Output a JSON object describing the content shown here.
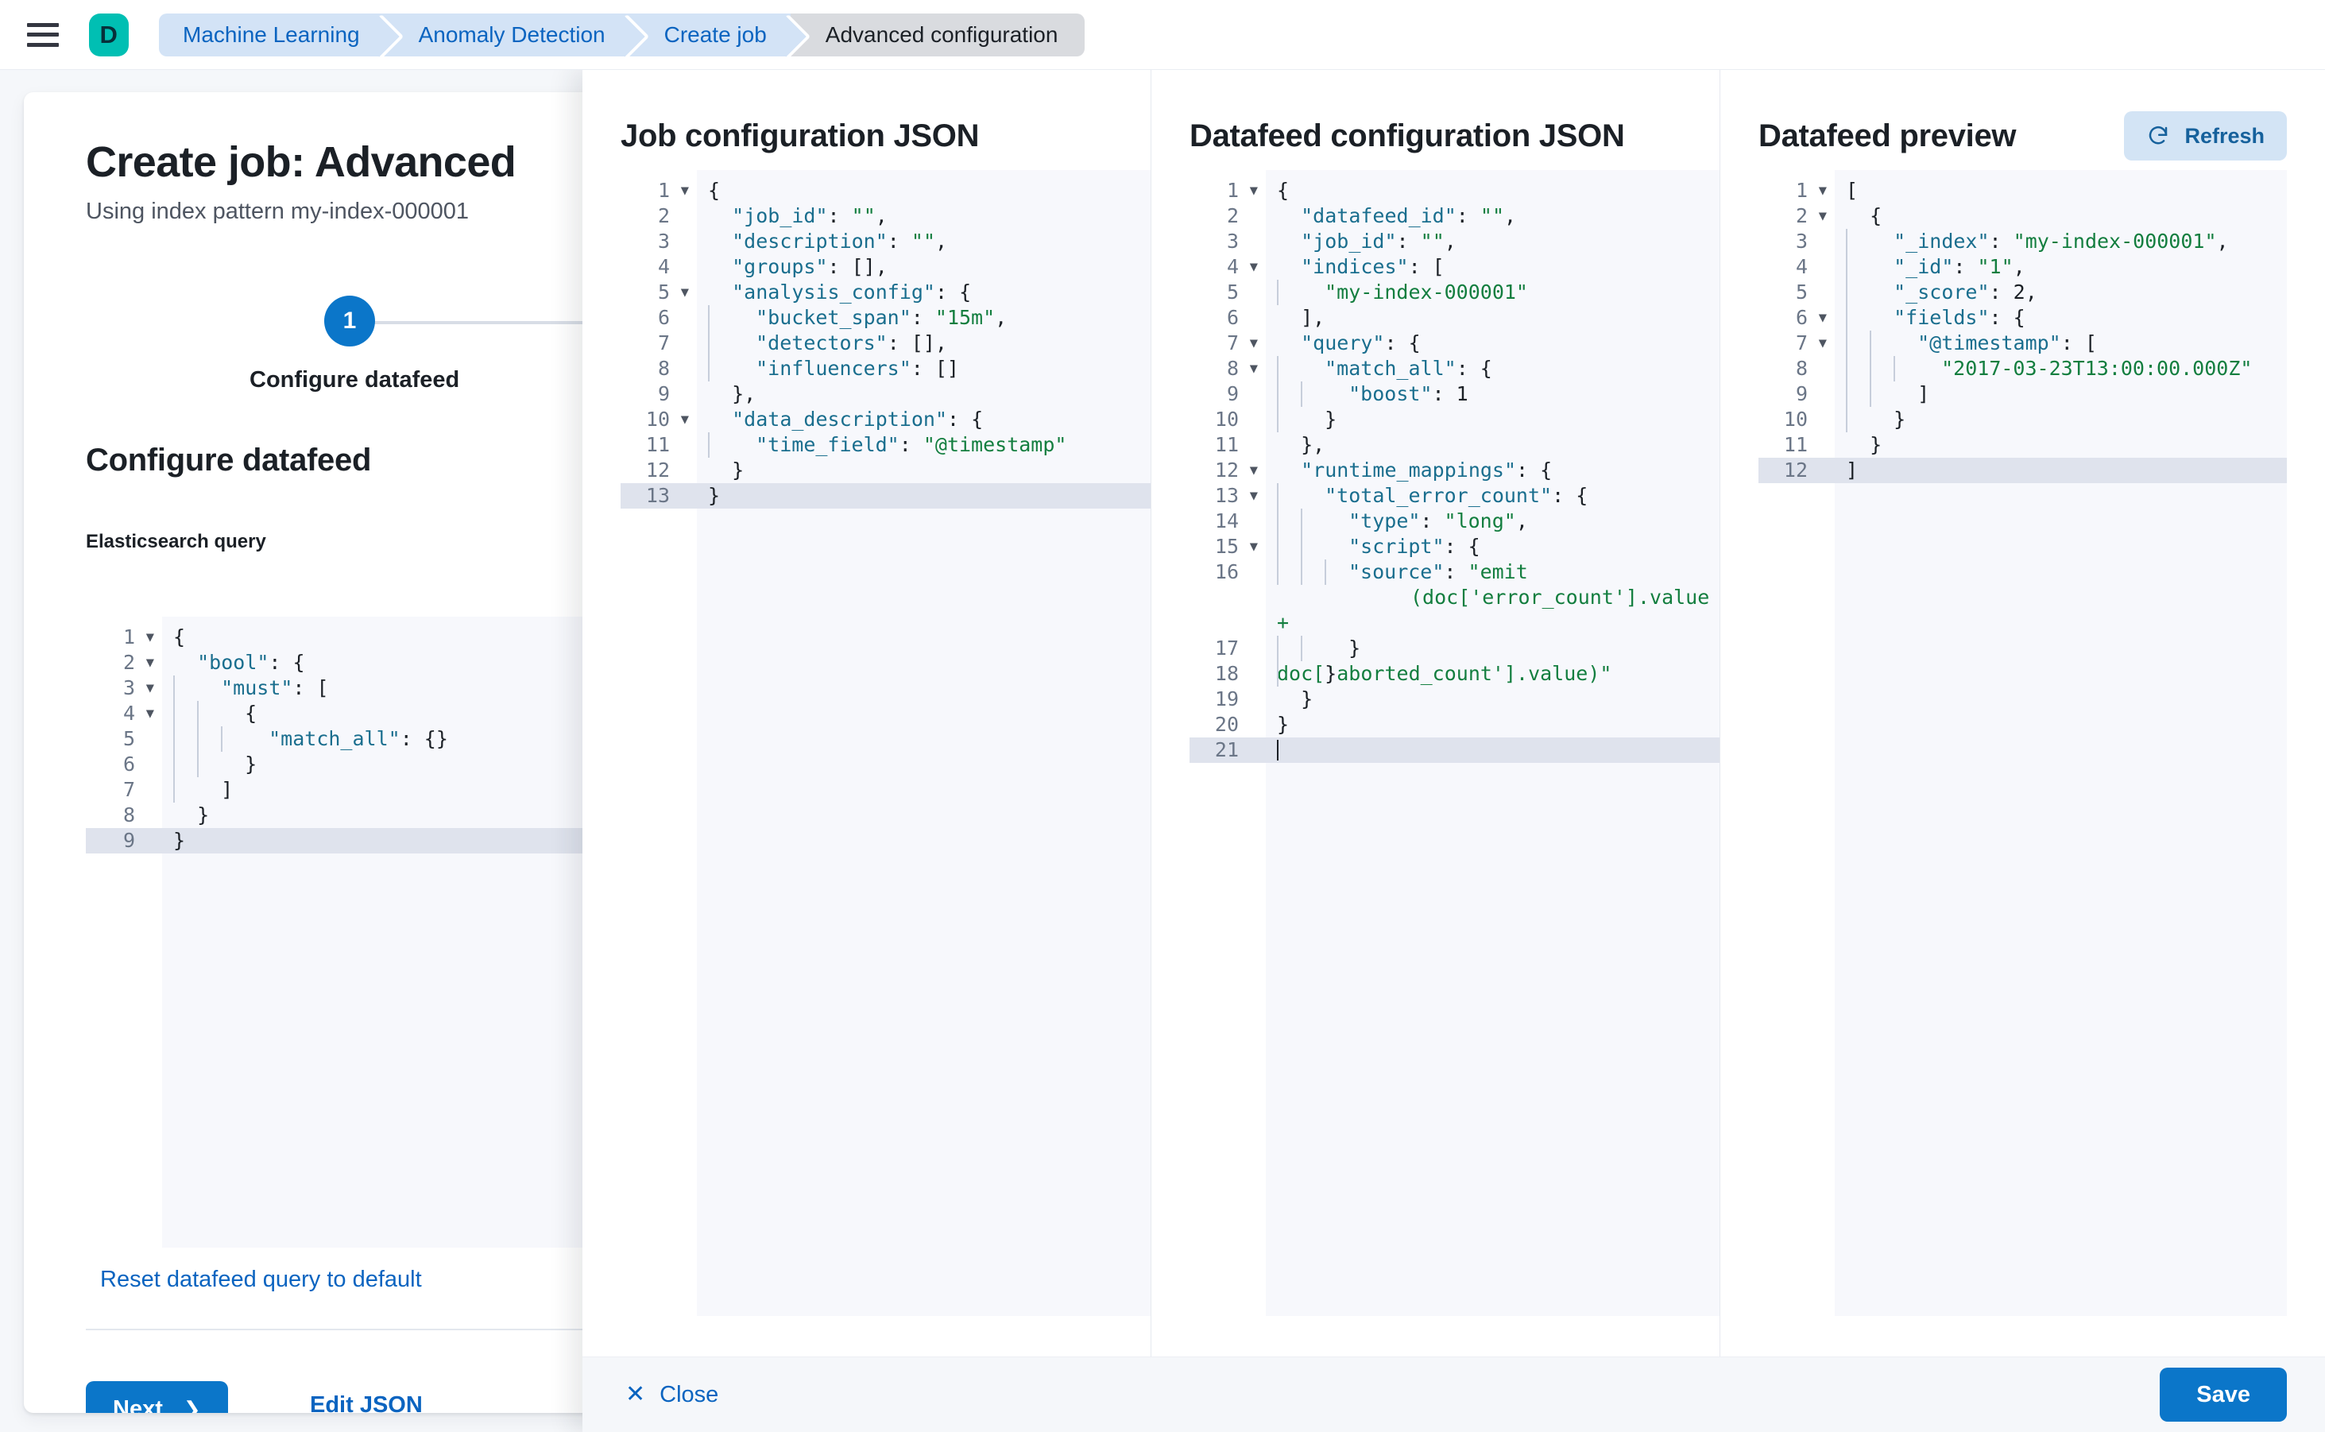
{
  "chrome": {
    "menu_icon": "hamburger-menu-icon",
    "logo_letter": "D",
    "breadcrumbs": [
      {
        "label": "Machine Learning",
        "active": false
      },
      {
        "label": "Anomaly Detection",
        "active": false
      },
      {
        "label": "Create job",
        "active": false
      },
      {
        "label": "Advanced configuration",
        "active": true
      }
    ]
  },
  "wizard": {
    "title": "Create job: Advanced",
    "subtitle": "Using index pattern my-index-000001",
    "step_number": "1",
    "step_label": "Configure datafeed",
    "section_title": "Configure datafeed",
    "query_field_label": "Elasticsearch query",
    "reset_link": "Reset datafeed query to default",
    "next_button": "Next",
    "next_chevron": "chevron-right-icon",
    "edit_json_link": "Edit JSON",
    "query_editor": {
      "lines": [
        {
          "n": "1",
          "fold": true,
          "indents": 0,
          "active": false,
          "text": "{"
        },
        {
          "n": "2",
          "fold": true,
          "indents": 0,
          "active": false,
          "text": "  \"bool\": {"
        },
        {
          "n": "3",
          "fold": true,
          "indents": 1,
          "active": false,
          "text": "  \"must\": ["
        },
        {
          "n": "4",
          "fold": true,
          "indents": 2,
          "active": false,
          "text": "  {"
        },
        {
          "n": "5",
          "fold": false,
          "indents": 3,
          "active": false,
          "text": "  \"match_all\": {}"
        },
        {
          "n": "6",
          "fold": false,
          "indents": 2,
          "active": false,
          "text": "  }"
        },
        {
          "n": "7",
          "fold": false,
          "indents": 1,
          "active": false,
          "text": "  ]"
        },
        {
          "n": "8",
          "fold": false,
          "indents": 0,
          "active": false,
          "text": "  }"
        },
        {
          "n": "9",
          "fold": false,
          "indents": 0,
          "active": true,
          "text": "}"
        }
      ]
    }
  },
  "flyout": {
    "columns": [
      {
        "title": "Job configuration JSON",
        "has_refresh": false
      },
      {
        "title": "Datafeed configuration JSON",
        "has_refresh": false
      },
      {
        "title": "Datafeed preview",
        "has_refresh": true
      }
    ],
    "refresh_button": "Refresh",
    "refresh_icon": "refresh-icon",
    "close_button": "Close",
    "close_icon": "close-x-icon",
    "save_button": "Save",
    "job_config_editor": {
      "lines": [
        {
          "n": "1",
          "fold": true,
          "indents": 0,
          "active": false,
          "text": "{"
        },
        {
          "n": "2",
          "fold": false,
          "indents": 0,
          "active": false,
          "text": "  \"job_id\": \"\","
        },
        {
          "n": "3",
          "fold": false,
          "indents": 0,
          "active": false,
          "text": "  \"description\": \"\","
        },
        {
          "n": "4",
          "fold": false,
          "indents": 0,
          "active": false,
          "text": "  \"groups\": [],"
        },
        {
          "n": "5",
          "fold": true,
          "indents": 0,
          "active": false,
          "text": "  \"analysis_config\": {"
        },
        {
          "n": "6",
          "fold": false,
          "indents": 1,
          "active": false,
          "text": "  \"bucket_span\": \"15m\","
        },
        {
          "n": "7",
          "fold": false,
          "indents": 1,
          "active": false,
          "text": "  \"detectors\": [],"
        },
        {
          "n": "8",
          "fold": false,
          "indents": 1,
          "active": false,
          "text": "  \"influencers\": []"
        },
        {
          "n": "9",
          "fold": false,
          "indents": 0,
          "active": false,
          "text": "  },"
        },
        {
          "n": "10",
          "fold": true,
          "indents": 0,
          "active": false,
          "text": "  \"data_description\": {"
        },
        {
          "n": "11",
          "fold": false,
          "indents": 1,
          "active": false,
          "text": "  \"time_field\": \"@timestamp\""
        },
        {
          "n": "12",
          "fold": false,
          "indents": 0,
          "active": false,
          "text": "  }"
        },
        {
          "n": "13",
          "fold": false,
          "indents": 0,
          "active": true,
          "text": "}"
        }
      ]
    },
    "datafeed_config_editor": {
      "lines": [
        {
          "n": "1",
          "fold": true,
          "indents": 0,
          "active": false,
          "text": "{"
        },
        {
          "n": "2",
          "fold": false,
          "indents": 0,
          "active": false,
          "text": "  \"datafeed_id\": \"\","
        },
        {
          "n": "3",
          "fold": false,
          "indents": 0,
          "active": false,
          "text": "  \"job_id\": \"\","
        },
        {
          "n": "4",
          "fold": true,
          "indents": 0,
          "active": false,
          "text": "  \"indices\": ["
        },
        {
          "n": "5",
          "fold": false,
          "indents": 1,
          "active": false,
          "text": "  \"my-index-000001\""
        },
        {
          "n": "6",
          "fold": false,
          "indents": 0,
          "active": false,
          "text": "  ],"
        },
        {
          "n": "7",
          "fold": true,
          "indents": 0,
          "active": false,
          "text": "  \"query\": {"
        },
        {
          "n": "8",
          "fold": true,
          "indents": 1,
          "active": false,
          "text": "  \"match_all\": {"
        },
        {
          "n": "9",
          "fold": false,
          "indents": 2,
          "active": false,
          "text": "  \"boost\": 1"
        },
        {
          "n": "10",
          "fold": false,
          "indents": 1,
          "active": false,
          "text": "  }"
        },
        {
          "n": "11",
          "fold": false,
          "indents": 0,
          "active": false,
          "text": "  },"
        },
        {
          "n": "12",
          "fold": true,
          "indents": 0,
          "active": false,
          "text": "  \"runtime_mappings\": {"
        },
        {
          "n": "13",
          "fold": true,
          "indents": 1,
          "active": false,
          "text": "  \"total_error_count\": {"
        },
        {
          "n": "14",
          "fold": false,
          "indents": 2,
          "active": false,
          "text": "  \"type\": \"long\","
        },
        {
          "n": "15",
          "fold": true,
          "indents": 2,
          "active": false,
          "text": "  \"script\": {"
        },
        {
          "n": "16",
          "fold": false,
          "indents": 3,
          "active": false,
          "text": "  \"source\": \"emit(doc['error_count'].value + doc['aborted_count'].value)\"",
          "wrapped": true
        },
        {
          "n": "17",
          "fold": false,
          "indents": 2,
          "active": false,
          "text": "  }"
        },
        {
          "n": "18",
          "fold": false,
          "indents": 1,
          "active": false,
          "text": "  }"
        },
        {
          "n": "19",
          "fold": false,
          "indents": 0,
          "active": false,
          "text": "  }"
        },
        {
          "n": "20",
          "fold": false,
          "indents": 0,
          "active": false,
          "text": "}"
        },
        {
          "n": "21",
          "fold": false,
          "indents": 0,
          "active": true,
          "text": "",
          "caret": true
        }
      ]
    },
    "datafeed_preview_editor": {
      "lines": [
        {
          "n": "1",
          "fold": true,
          "indents": 0,
          "active": false,
          "text": "["
        },
        {
          "n": "2",
          "fold": true,
          "indents": 0,
          "active": false,
          "text": "  {"
        },
        {
          "n": "3",
          "fold": false,
          "indents": 1,
          "active": false,
          "text": "  \"_index\": \"my-index-000001\","
        },
        {
          "n": "4",
          "fold": false,
          "indents": 1,
          "active": false,
          "text": "  \"_id\": \"1\","
        },
        {
          "n": "5",
          "fold": false,
          "indents": 1,
          "active": false,
          "text": "  \"_score\": 2,"
        },
        {
          "n": "6",
          "fold": true,
          "indents": 1,
          "active": false,
          "text": "  \"fields\": {"
        },
        {
          "n": "7",
          "fold": true,
          "indents": 2,
          "active": false,
          "text": "  \"@timestamp\": ["
        },
        {
          "n": "8",
          "fold": false,
          "indents": 3,
          "active": false,
          "text": "  \"2017-03-23T13:00:00.000Z\""
        },
        {
          "n": "9",
          "fold": false,
          "indents": 2,
          "active": false,
          "text": "  ]"
        },
        {
          "n": "10",
          "fold": false,
          "indents": 1,
          "active": false,
          "text": "  }"
        },
        {
          "n": "11",
          "fold": false,
          "indents": 0,
          "active": false,
          "text": "  }"
        },
        {
          "n": "12",
          "fold": false,
          "indents": 0,
          "active": true,
          "text": "]"
        }
      ]
    }
  },
  "colors": {
    "accent_blue": "#0b76c9",
    "link_blue": "#0b64c0",
    "logo_teal": "#00bfb3",
    "json_key": "#1a6e8e",
    "json_string": "#137e3f",
    "active_line": "#dfe3ed",
    "editor_bg": "#f7f8fc"
  }
}
